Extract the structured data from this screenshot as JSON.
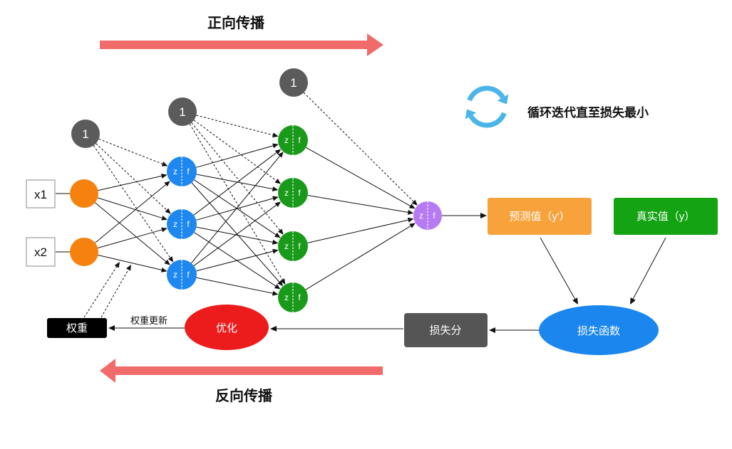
{
  "diagram": {
    "forward_title": "正向传播",
    "backward_title": "反向传播",
    "loop_text": "循环迭代直至损失最小",
    "bias_label": "1",
    "inputs": [
      "x1",
      "x2"
    ],
    "neuron": {
      "z": "z",
      "f": "f"
    },
    "predicted_label": "预测值（y'）",
    "actual_label": "真实值（y）",
    "loss_function_label": "损失函数",
    "loss_score_label": "损失分",
    "optimize_label": "优化",
    "weights_label": "权重",
    "weight_update_label": "权重更新"
  },
  "icons": {
    "loop": "refresh-cycle-icon",
    "forward": "arrow-right-icon",
    "backward": "arrow-left-icon"
  },
  "colors": {
    "flow_arrow": "#f26b6b",
    "bias_node": "#5b5b5b",
    "input_node": "#f5820f",
    "hidden1_node": "#1e88f0",
    "hidden2_node": "#1a9a1a",
    "output_node": "#b67af2",
    "predicted_box": "#f8a23c",
    "actual_box": "#13a313",
    "loss_function": "#1a86ee",
    "loss_score_box": "#555555",
    "optimize": "#ec1c1c",
    "weights_box": "#000000",
    "loop_icon": "#4bb5ea"
  }
}
